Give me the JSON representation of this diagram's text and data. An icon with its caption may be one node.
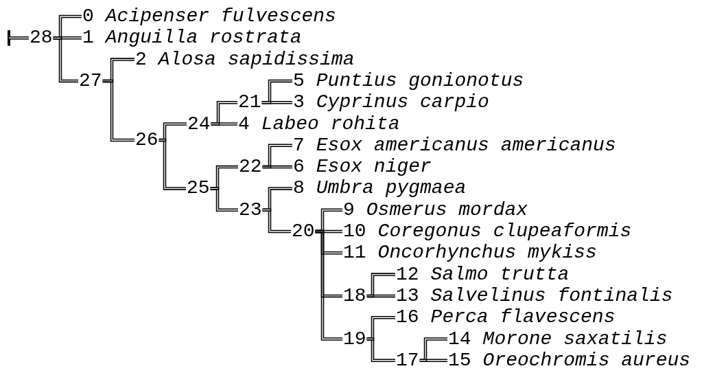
{
  "diagram": {
    "nodes": [
      {
        "text": [
          "0",
          "Acipenser fulvescens"
        ]
      },
      {
        "text": [
          "28"
        ]
      },
      {
        "text": [
          "1",
          "Anguilla rostrata"
        ]
      },
      {
        "text": [
          "2",
          "Alosa sapidissima"
        ]
      },
      {
        "text": [
          "27"
        ]
      },
      {
        "text": [
          "5",
          "Puntius gonionotus"
        ]
      },
      {
        "text": [
          "21"
        ]
      },
      {
        "text": [
          "3",
          "Cyprinus carpio"
        ]
      },
      {
        "text": [
          "24"
        ]
      },
      {
        "text": [
          "4",
          "Labeo rohita"
        ]
      },
      {
        "text": [
          "26"
        ]
      },
      {
        "text": [
          "7",
          "Esox americanus americanus"
        ]
      },
      {
        "text": [
          "22"
        ]
      },
      {
        "text": [
          "6",
          "Esox niger"
        ]
      },
      {
        "text": [
          "25"
        ]
      },
      {
        "text": [
          "8",
          "Umbra pygmaea"
        ]
      },
      {
        "text": [
          "23"
        ]
      },
      {
        "text": [
          "9",
          "Osmerus mordax"
        ]
      },
      {
        "text": [
          "20"
        ]
      },
      {
        "text": [
          "10",
          "Coregonus clupeaformis"
        ]
      },
      {
        "text": [
          "11",
          "Oncorhynchus mykiss"
        ]
      },
      {
        "text": [
          "12",
          "Salmo trutta"
        ]
      },
      {
        "text": [
          "18"
        ]
      },
      {
        "text": [
          "13",
          "Salvelinus fontinalis"
        ]
      },
      {
        "text": [
          "16",
          "Perca flavescens"
        ]
      },
      {
        "text": [
          "19"
        ]
      },
      {
        "text": [
          "14",
          "Morone saxatilis"
        ]
      },
      {
        "text": [
          "17"
        ]
      },
      {
        "text": [
          "15",
          "Oreochromis aureus"
        ]
      }
    ],
    "edges": [
      {
        "from": null,
        "to": 1,
        "arrow": "other"
      },
      {
        "from": 1,
        "to": 0,
        "arrow": "none"
      },
      {
        "from": 1,
        "to": 2,
        "arrow": "none"
      },
      {
        "from": 1,
        "to": 4,
        "arrow": "none"
      },
      {
        "from": 4,
        "to": 3,
        "arrow": "none"
      },
      {
        "from": 4,
        "to": 10,
        "arrow": "none"
      },
      {
        "from": 10,
        "to": 8,
        "arrow": "none"
      },
      {
        "from": 10,
        "to": 14,
        "arrow": "none"
      },
      {
        "from": 8,
        "to": 6,
        "arrow": "none"
      },
      {
        "from": 8,
        "to": 9,
        "arrow": "none"
      },
      {
        "from": 6,
        "to": 5,
        "arrow": "none"
      },
      {
        "from": 6,
        "to": 7,
        "arrow": "none"
      },
      {
        "from": 14,
        "to": 12,
        "arrow": "none"
      },
      {
        "from": 14,
        "to": 16,
        "arrow": "none"
      },
      {
        "from": 12,
        "to": 11,
        "arrow": "none"
      },
      {
        "from": 12,
        "to": 13,
        "arrow": "none"
      },
      {
        "from": 16,
        "to": 15,
        "arrow": "none"
      },
      {
        "from": 16,
        "to": 18,
        "arrow": "none"
      },
      {
        "from": 18,
        "to": 17,
        "arrow": "none"
      },
      {
        "from": 18,
        "to": 19,
        "arrow": "none"
      },
      {
        "from": 18,
        "to": 20,
        "arrow": "none"
      },
      {
        "from": 18,
        "to": 22,
        "arrow": "none"
      },
      {
        "from": 18,
        "to": 25,
        "arrow": "none"
      },
      {
        "from": 22,
        "to": 21,
        "arrow": "none"
      },
      {
        "from": 22,
        "to": 23,
        "arrow": "none"
      },
      {
        "from": 25,
        "to": 24,
        "arrow": "none"
      },
      {
        "from": 25,
        "to": 27,
        "arrow": "none"
      },
      {
        "from": 27,
        "to": 26,
        "arrow": "none"
      },
      {
        "from": 27,
        "to": 28,
        "arrow": "none"
      }
    ]
  }
}
